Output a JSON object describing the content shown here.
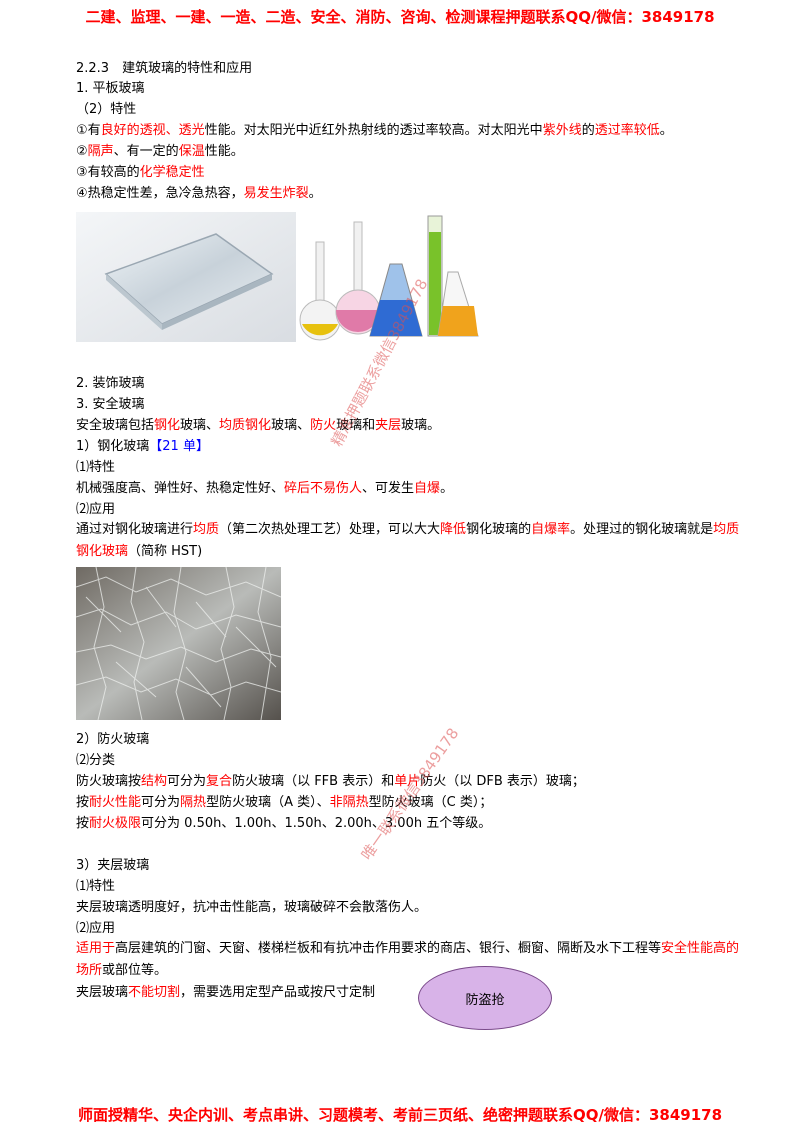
{
  "header": "二建、监理、一建、一造、二造、安全、消防、咨询、检测课程押题联系QQ/微信：3849178",
  "footer": "师面授精华、央企内训、考点串讲、习题模考、考前三页纸、绝密押题联系QQ/微信：3849178",
  "section_title": "2.2.3　建筑玻璃的特性和应用",
  "flat": {
    "h1": "1. 平板玻璃",
    "h2": "（2）特性",
    "p1": [
      "①有",
      "良好的透视、透光",
      "性能。对太阳光中近红外热射线的透过率较高。对太阳光中",
      "紫外线",
      "的",
      "透过率较低",
      "。"
    ],
    "p2": [
      "②",
      "隔声",
      "、有一定的",
      "保温",
      "性能。"
    ],
    "p3": [
      "③有较高的",
      "化学稳定性"
    ],
    "p4": [
      "④热稳定性差，急冷急热容，",
      "易发生炸裂",
      "。"
    ]
  },
  "deco": "2. 装饰玻璃",
  "safety": {
    "h": "3. 安全玻璃",
    "p": [
      "安全玻璃包括",
      "钢化",
      "玻璃、",
      "均质钢化",
      "玻璃、",
      "防火",
      "玻璃和",
      "夹层",
      "玻璃。"
    ]
  },
  "tempered": {
    "h": [
      "1）钢化玻璃",
      "【21 单】"
    ],
    "h_feature": "⑴特性",
    "feature": [
      "机械强度高、弹性好、热稳定性好、",
      "碎后不易伤人",
      "、可发生",
      "自爆",
      "。"
    ],
    "h_app": "⑵应用",
    "app": [
      "通过对钢化玻璃进行",
      "均质",
      "（第二次热处理工艺）处理，可以大大",
      "降低",
      "钢化玻璃的",
      "自爆率",
      "。处理过的钢化玻璃就是",
      "均质钢化玻璃",
      "（简称 HST)"
    ]
  },
  "fire": {
    "h": "2）防火玻璃",
    "h_class": "⑵分类",
    "c1": [
      "防火玻璃按",
      "结构",
      "可分为",
      "复合",
      "防火玻璃（以 FFB 表示）和",
      "单片",
      "防火（以 DFB 表示）玻璃；"
    ],
    "c2": [
      "按",
      "耐火性能",
      "可分为",
      "隔热",
      "型防火玻璃（A 类）、",
      "非隔热",
      "型防火玻璃（C 类）；"
    ],
    "c3": [
      "按",
      "耐火极限",
      "可分为 0.50h、1.00h、1.50h、2.00h、3.00h 五个等级。"
    ]
  },
  "laminated": {
    "h": "3）夹层玻璃",
    "h_feature": "⑴特性",
    "feature": "夹层玻璃透明度好，抗冲击性能高，玻璃破碎不会散落伤人。",
    "h_app": "⑵应用",
    "app": [
      "适用于",
      "高层建筑的门窗、天窗、楼梯栏板和有抗冲击作用要求的商店、银行、橱窗、隔断及水下工程等",
      "安全性能高的场所",
      "或部位等。"
    ],
    "cut": [
      "夹层玻璃",
      "不能切割",
      "，需要选用定型产品或按尺寸定制"
    ]
  },
  "oval_label": "防盗抢",
  "watermarks": [
    "精准押题联系微信3849178",
    "唯一联系微信3849178"
  ]
}
